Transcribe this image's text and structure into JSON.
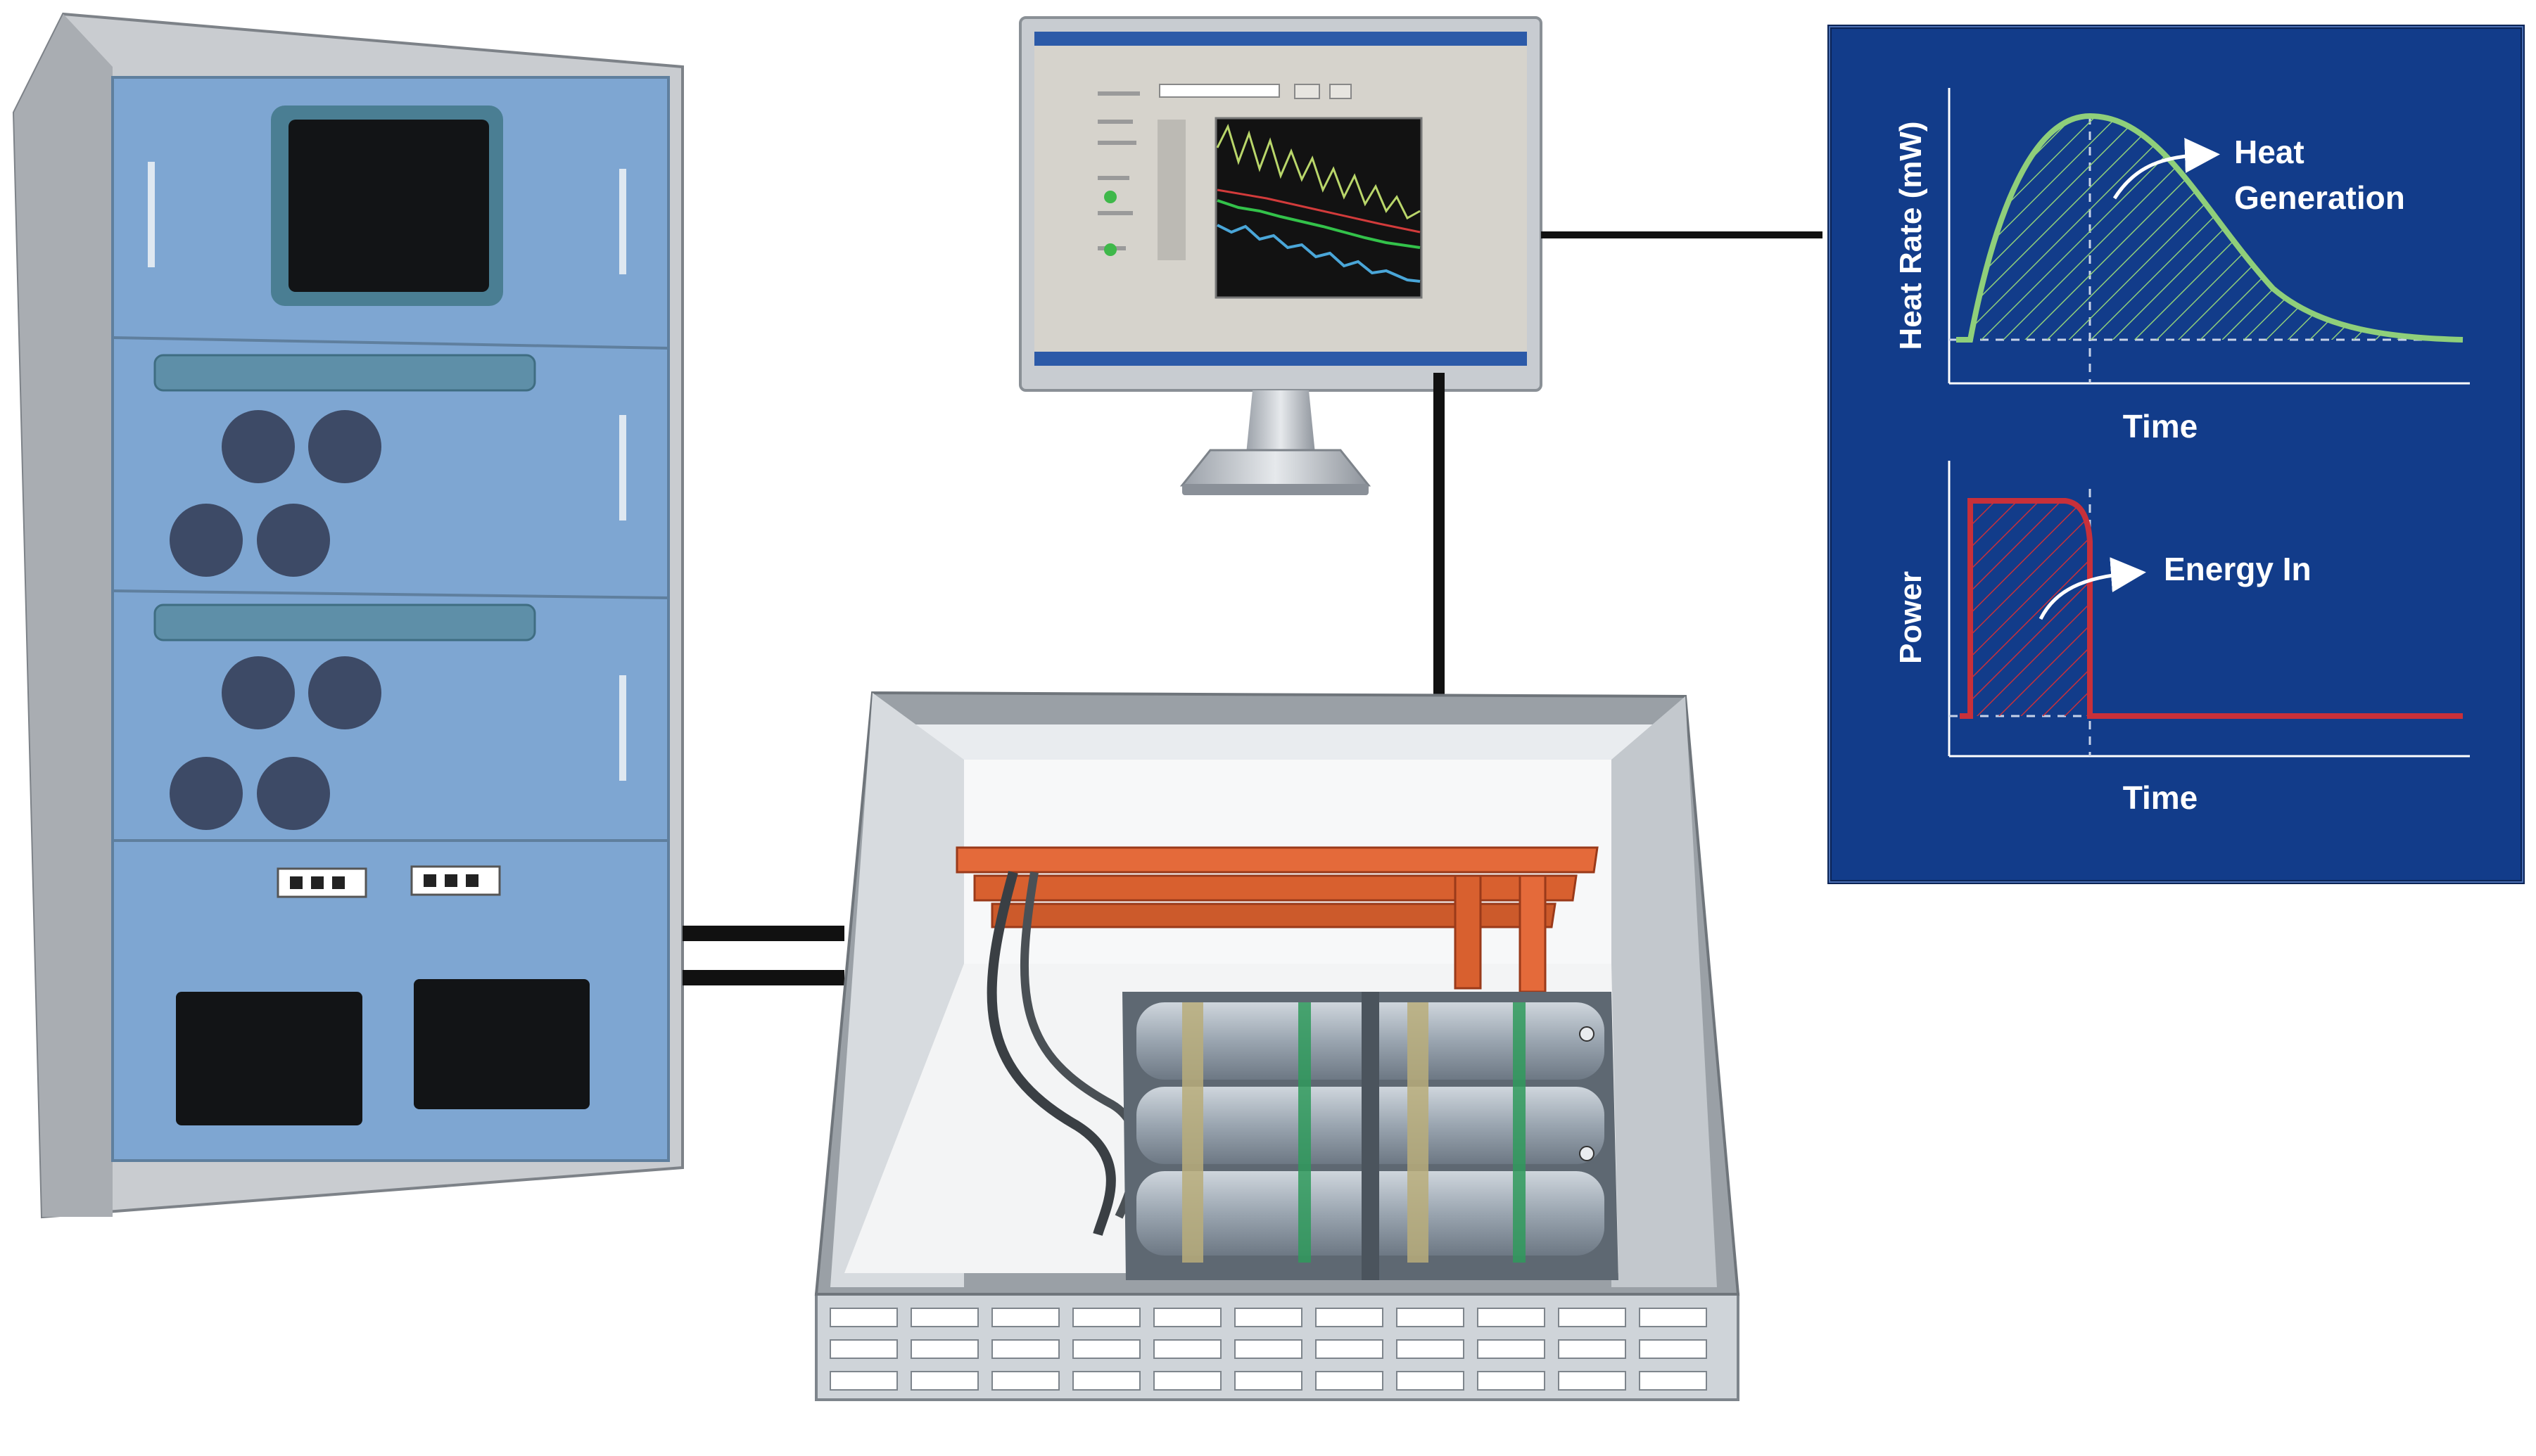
{
  "colors": {
    "panel_bg": "#123c8a",
    "heat_curve": "#8fcf7a",
    "power_curve": "#c8303a",
    "cabinet_face": "#7ea6d2",
    "bus_bar": "#e46a3a"
  },
  "heat_chart": {
    "ylabel": "Heat Rate (mW)",
    "xlabel": "Time",
    "annotation_line1": "Heat",
    "annotation_line2": "Generation"
  },
  "power_chart": {
    "ylabel": "Power",
    "xlabel": "Time",
    "annotation": "Energy In"
  }
}
